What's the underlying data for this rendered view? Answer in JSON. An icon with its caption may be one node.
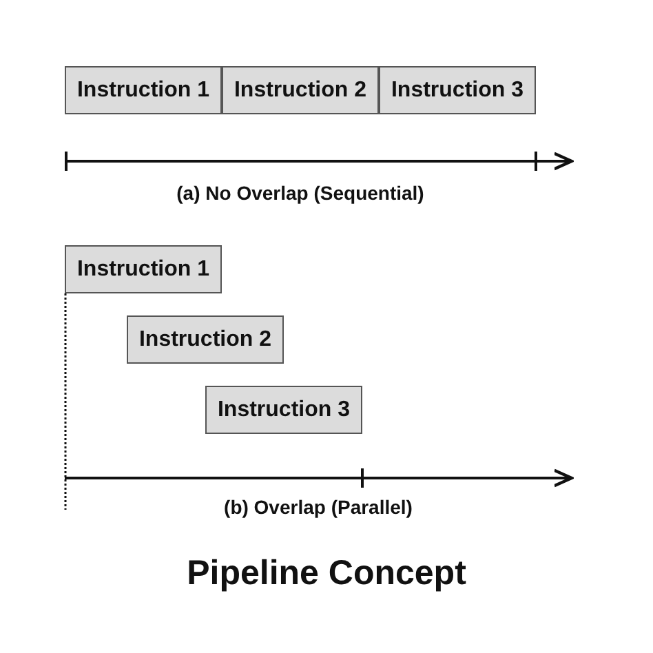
{
  "diagram": {
    "title": "Pipeline Concept",
    "nodes": [
      {
        "text": [
          "Instruction 1"
        ]
      },
      {
        "text": [
          "Instruction 2"
        ]
      },
      {
        "text": [
          "Instruction 3"
        ]
      },
      {
        "text": [
          "Instruction 1"
        ]
      },
      {
        "text": [
          "Instruction 2"
        ]
      },
      {
        "text": [
          "Instruction 3"
        ]
      }
    ],
    "labels": [
      "(a) No Overlap (Sequential)",
      "(b) Overlap (Parallel)"
    ]
  }
}
